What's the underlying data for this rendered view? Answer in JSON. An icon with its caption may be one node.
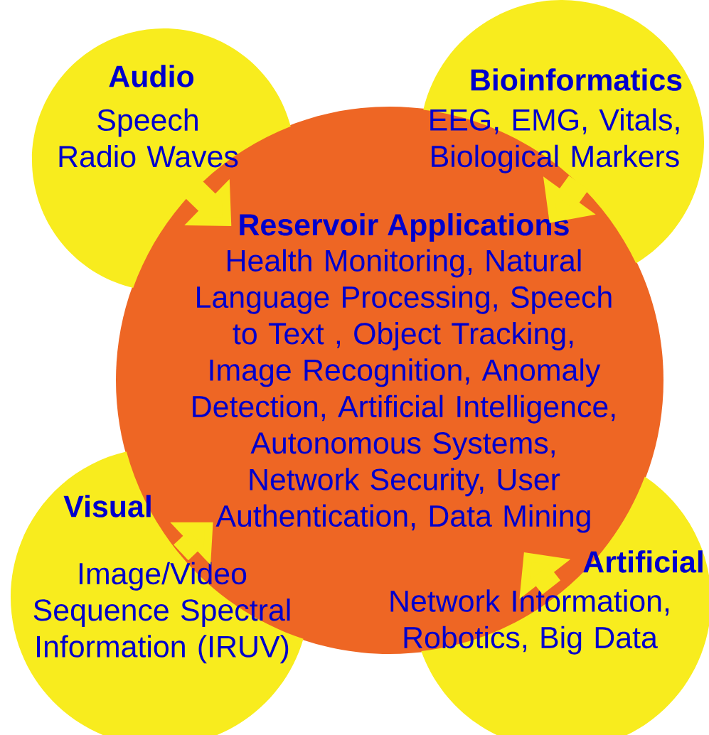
{
  "diagram": {
    "nodes": [
      {
        "text": [
          "Audio",
          "Speech Radio Waves"
        ]
      },
      {
        "text": [
          "Bioinformatics",
          "EEG, EMG, Vitals, Biological Markers"
        ]
      },
      {
        "text": [
          "Reservoir Applications",
          "Health Monitoring, Natural Language Processing, Speech to Text , Object Tracking, Image Recognition, Anomaly Detection, Artificial Intelligence, Autonomous Systems, Network Security, User Authentication, Data Mining"
        ]
      },
      {
        "text": [
          "Visual",
          "Image/Video Sequence Spectral Information (IRUV)"
        ]
      },
      {
        "text": [
          "Artificial",
          "Network Information, Robotics, Big Data"
        ]
      }
    ],
    "edges": [
      {
        "from": 0,
        "to": 2,
        "arrow": "to"
      },
      {
        "from": 1,
        "to": 2,
        "arrow": "to"
      },
      {
        "from": 3,
        "to": 2,
        "arrow": "to"
      },
      {
        "from": 4,
        "to": 2,
        "arrow": "to"
      }
    ]
  }
}
